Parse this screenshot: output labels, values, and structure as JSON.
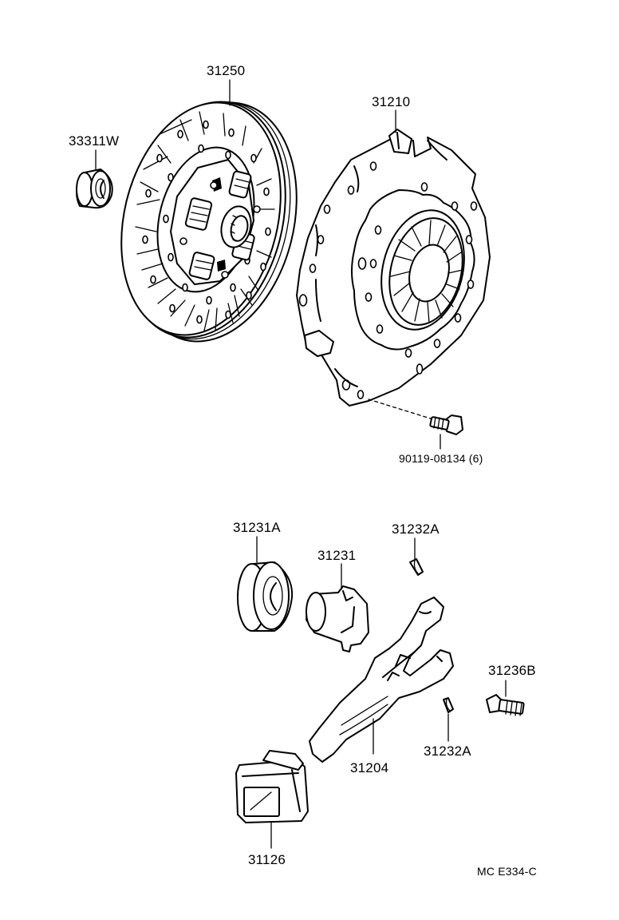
{
  "diagram": {
    "labels": {
      "clutch_disc": "31250",
      "pilot_bearing": "33311W",
      "clutch_cover": "31210",
      "cover_bolt": "90119-08134 (6)",
      "release_bearing": "31231A",
      "release_hub": "31231",
      "clip_upper": "31232A",
      "fork_bolt": "31236B",
      "release_fork": "31204",
      "clip_lower": "31232A",
      "boot": "31126",
      "figure_code": "MC  E334-C"
    }
  }
}
